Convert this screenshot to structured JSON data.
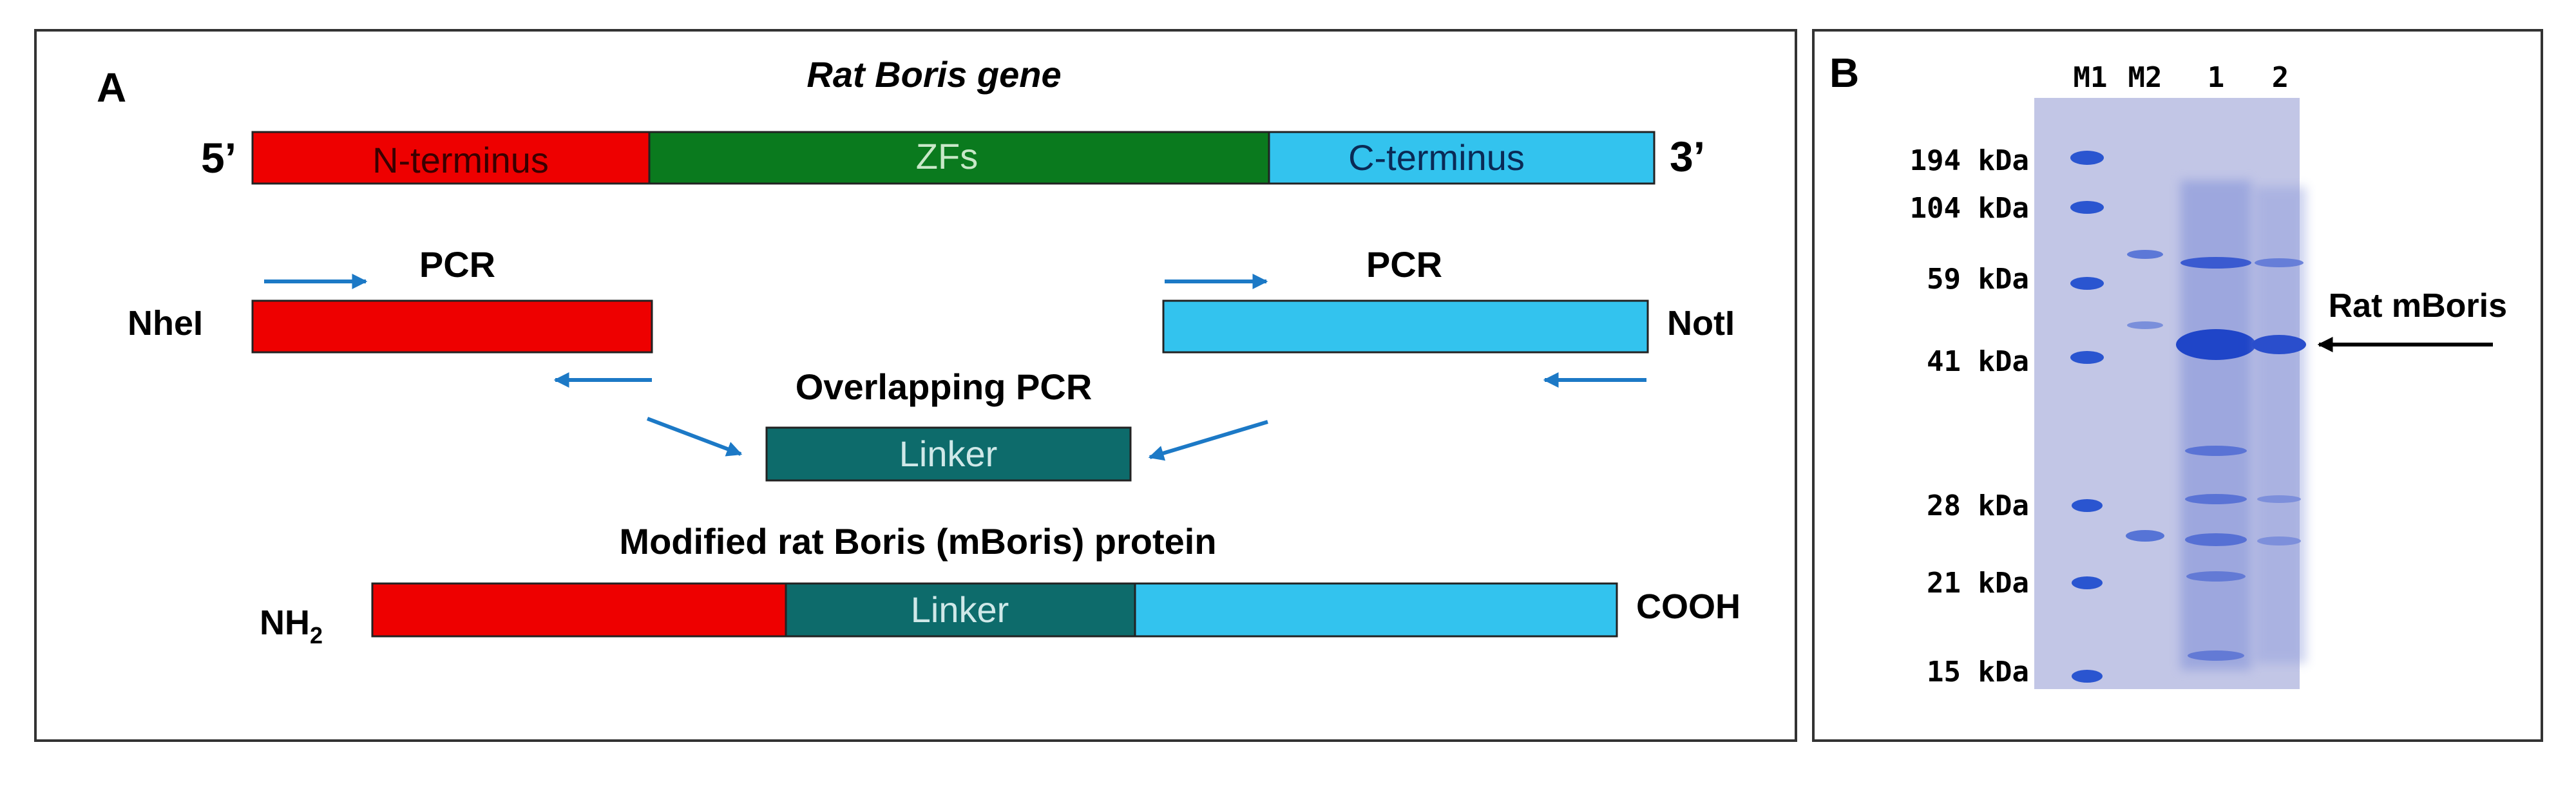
{
  "panel_a": {
    "letter": "A",
    "title": "Rat Boris gene",
    "five_prime": "5’",
    "three_prime": "3’",
    "gene_segments": {
      "n_terminus": "N-terminus",
      "zfs": "ZFs",
      "c_terminus": "C-terminus"
    },
    "pcr_left": "PCR",
    "pcr_right": "PCR",
    "nhei": "NheI",
    "noti": "NotI",
    "overlapping_pcr": "Overlapping PCR",
    "linker": "Linker",
    "protein_title": "Modified rat Boris (mBoris) protein",
    "nh2_base": "NH",
    "nh2_sub": "2",
    "cooh": "COOH",
    "protein_linker": "Linker"
  },
  "panel_b": {
    "letter": "B",
    "lanes": [
      "M1",
      "M2",
      "1",
      "2"
    ],
    "markers": [
      "194 kDa",
      "104 kDa",
      "59 kDa",
      "41 kDa",
      "28 kDa",
      "21 kDa",
      "15 kDa"
    ],
    "annotation": "Rat mBoris"
  },
  "colors": {
    "n_terminus": "#ee0000",
    "zfs": "#0a7a1e",
    "c_terminus": "#33c3ee",
    "linker": "#0d6b6b",
    "arrow_blue": "#1c79c6",
    "gel": "#c2c6e6",
    "band": "#1f45c8"
  }
}
